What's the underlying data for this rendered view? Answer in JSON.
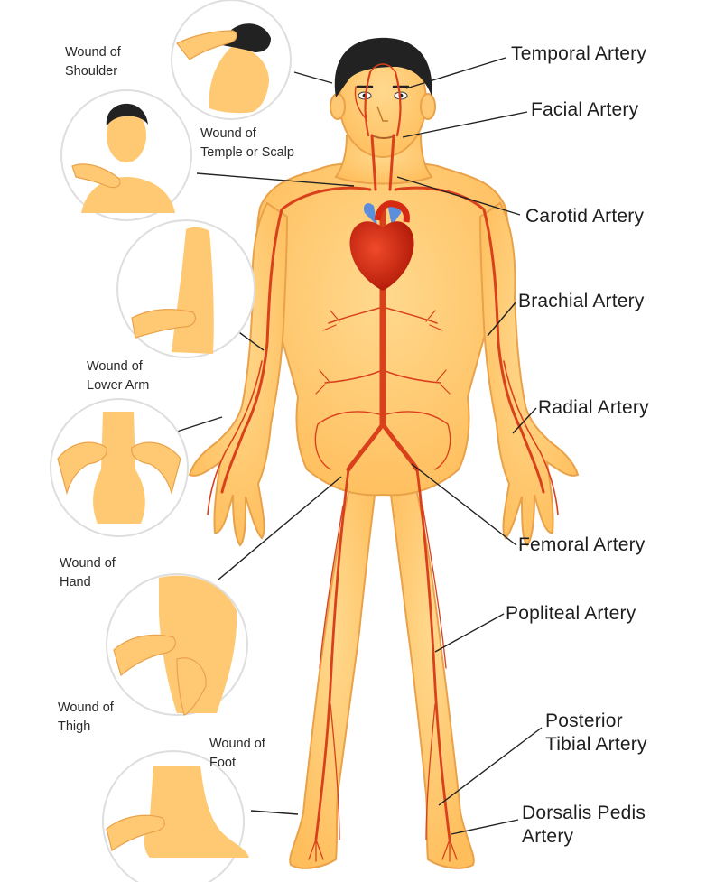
{
  "colors": {
    "skin": "#ffc973",
    "skin_shadow": "#f0a94a",
    "artery": "#d9411d",
    "vein": "#5b8fdd",
    "heart": "#d62a12",
    "hair": "#222222",
    "line": "#222222"
  },
  "arteries": {
    "temporal": "Temporal Artery",
    "facial": "Facial Artery",
    "carotid": "Carotid Artery",
    "brachial": "Brachial Artery",
    "radial": "Radial Artery",
    "femoral": "Femoral Artery",
    "popliteal": "Popliteal Artery",
    "posterior_tibial": [
      "Posterior",
      "Tibial Artery"
    ],
    "dorsalis_pedis": [
      "Dorsalis Pedis",
      "Artery"
    ]
  },
  "wounds": {
    "shoulder": [
      "Wound of",
      "Shoulder"
    ],
    "temple": [
      "Wound of",
      "Temple or Scalp"
    ],
    "lower_arm": [
      "Wound of",
      "Lower Arm"
    ],
    "hand": [
      "Wound of",
      "Hand"
    ],
    "thigh": [
      "Wound of",
      "Thigh"
    ],
    "foot": [
      "Wound of",
      "Foot"
    ]
  }
}
